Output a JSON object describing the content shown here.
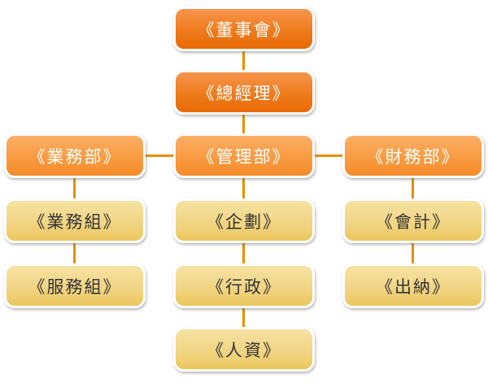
{
  "diagram": {
    "type": "org-chart",
    "colors": {
      "level1_gradient_top": "#F6964E",
      "level1_gradient_bottom": "#E96A05",
      "level2_gradient_top": "#FBAF66",
      "level2_gradient_bottom": "#F58C29",
      "level3_gradient_top": "#F6E2A2",
      "level3_gradient_bottom": "#ECC75E",
      "connector": "#E59000",
      "node_border": "#FFFFFF",
      "text_on_orange": "#FFFFFF",
      "text_on_yellow": "#333333",
      "background": "#FFFFFF"
    },
    "nodes": [
      {
        "label": "《董事會》",
        "level": 1
      },
      {
        "label": "《總經理》",
        "level": 1
      },
      {
        "label": "《業務部》",
        "level": 2
      },
      {
        "label": "《管理部》",
        "level": 2
      },
      {
        "label": "《財務部》",
        "level": 2
      },
      {
        "label": "《業務組》",
        "level": 3
      },
      {
        "label": "《企劃》",
        "level": 3
      },
      {
        "label": "《會計》",
        "level": 3
      },
      {
        "label": "《服務組》",
        "level": 3
      },
      {
        "label": "《行政》",
        "level": 3
      },
      {
        "label": "《出納》",
        "level": 3
      },
      {
        "label": "《人資》",
        "level": 3
      }
    ],
    "edges": [
      "董事會-總經理",
      "總經理-管理部",
      "管理部-業務部",
      "管理部-財務部",
      "業務部-業務組",
      "業務組-服務組",
      "管理部-企劃",
      "企劃-行政",
      "行政-人資",
      "財務部-會計",
      "會計-出納"
    ]
  }
}
